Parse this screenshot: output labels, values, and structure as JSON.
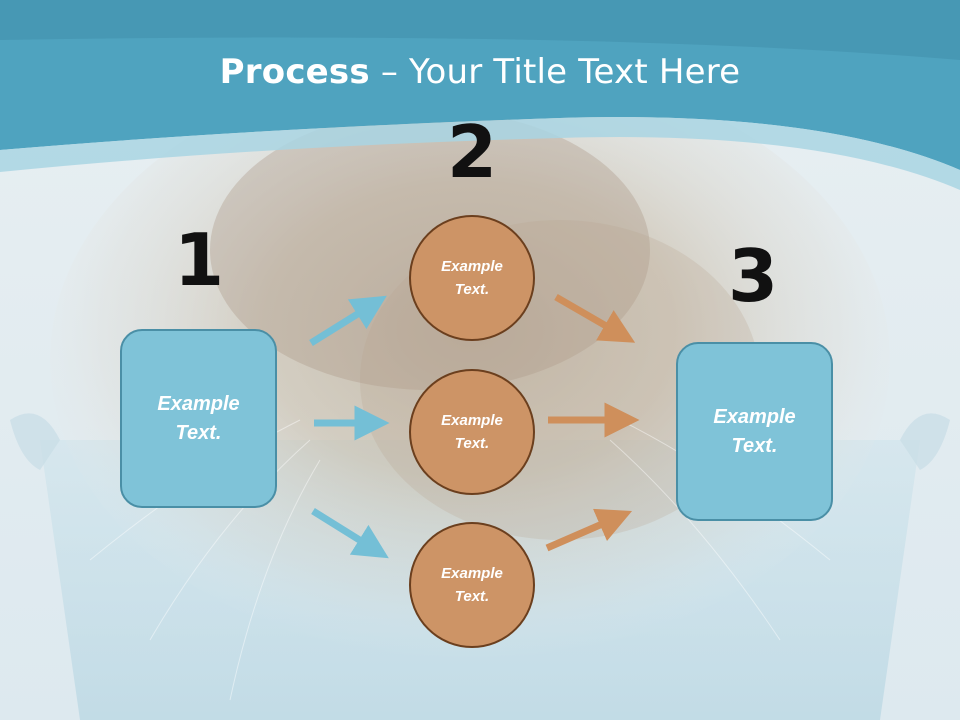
{
  "title": {
    "bold": "Process",
    "separator": " – ",
    "rest": "Your Title Text Here"
  },
  "steps": [
    {
      "number": "1",
      "box_text": "Example Text."
    },
    {
      "number": "2",
      "circles": [
        "Example Text.",
        "Example Text.",
        "Example Text."
      ]
    },
    {
      "number": "3",
      "box_text": "Example Text."
    }
  ],
  "colors": {
    "header_teal": "#4fa3bf",
    "box_fill": "#7fc3d8",
    "box_border": "#4a8fa6",
    "circle_fill": "#cd9466",
    "circle_border": "#6b3f1e",
    "arrow_blue": "#74bfd6",
    "arrow_orange": "#cf8f5b"
  }
}
